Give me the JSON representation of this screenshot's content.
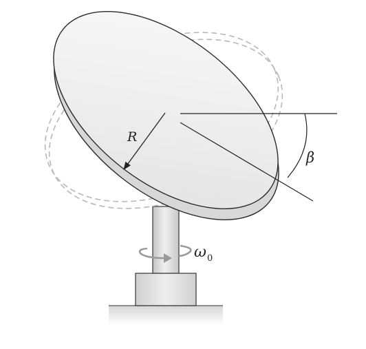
{
  "labels": {
    "radius": "R",
    "tilt_angle": "β",
    "spin_rate": "ω",
    "spin_rate_subscript": "0"
  },
  "colors": {
    "disc_face": "#f3f3f3",
    "disc_edge": "#d7d7d7",
    "outline": "#2a2a2a",
    "ghost_dash": "#b5b5b5",
    "shaft": "#d9d9d9",
    "base": "#dcdcdc"
  }
}
